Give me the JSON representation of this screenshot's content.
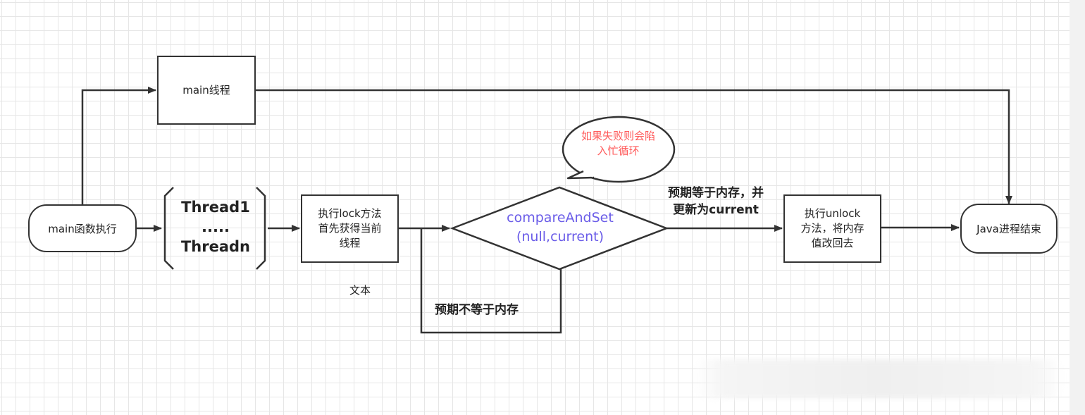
{
  "nodes": {
    "main_exec": "main函数执行",
    "main_thread": "main线程",
    "thread_group": [
      "Thread1",
      ".....",
      "Threadn"
    ],
    "lock_box": [
      "执行lock方法",
      "首先获得当前",
      "线程"
    ],
    "compare": [
      "compareAndSet",
      "(null,current)"
    ],
    "unlock_box": [
      "执行unlock",
      "方法，将内存",
      "值改回去"
    ],
    "java_end": "Java进程结束"
  },
  "labels": {
    "text_placeholder": "文本",
    "not_equal": "预期不等于内存",
    "equal": [
      "预期等于内存，并",
      "更新为current"
    ]
  },
  "callout": [
    "如果失败则会陷",
    "入忙循环"
  ],
  "colors": {
    "line": "#333333",
    "diamond_text": "#6a5ce8",
    "callout_text": "#ff5a5a"
  }
}
